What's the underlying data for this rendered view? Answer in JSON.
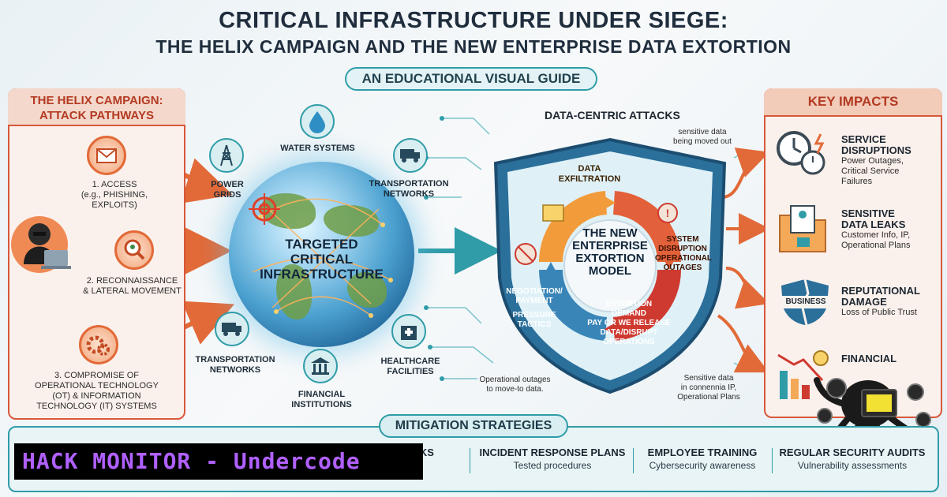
{
  "header": {
    "title_line1": "CRITICAL INFRASTRUCTURE UNDER SIEGE:",
    "title_line2": "THE HELIX CAMPAIGN AND THE NEW ENTERPRISE DATA EXTORTION",
    "subtitle": "AN EDUCATIONAL VISUAL GUIDE"
  },
  "attack_pathways": {
    "heading_line1": "THE HELIX CAMPAIGN:",
    "heading_line2": "ATTACK PATHWAYS",
    "steps": [
      {
        "icon": "envelope-icon",
        "line1": "1. ACCESS",
        "line2": "(e.g., PHISHING,",
        "line3": "EXPLOITS)"
      },
      {
        "icon": "magnifier-icon",
        "line1": "2. RECONNAISSANCE",
        "line2": "& LATERAL MOVEMENT"
      },
      {
        "icon": "gears-icon",
        "line1": "3. COMPROMISE OF",
        "line2": "OPERATIONAL TECHNOLOGY",
        "line3": "(OT) & INFORMATION",
        "line4": "TECHNOLOGY (IT) SYSTEMS"
      }
    ]
  },
  "infrastructure": {
    "center_label_line1": "TARGETED",
    "center_label_line2": "CRITICAL",
    "center_label_line3": "INFRASTRUCTURE",
    "nodes": [
      {
        "icon": "water-drop-icon",
        "label": "WATER SYSTEMS"
      },
      {
        "icon": "power-tower-icon",
        "label_line1": "POWER",
        "label_line2": "GRIDS"
      },
      {
        "icon": "truck-icon",
        "label_line1": "TRANSPORTATION",
        "label_line2": "NETWORKS"
      },
      {
        "icon": "truck-icon",
        "label_line1": "TRANSPORTATION",
        "label_line2": "NETWORKS"
      },
      {
        "icon": "bank-icon",
        "label_line1": "FINANCIAL",
        "label_line2": "INSTITUTIONS"
      },
      {
        "icon": "hospital-icon",
        "label_line1": "HEALTHCARE",
        "label_line2": "FACILITIES"
      }
    ]
  },
  "extortion_model": {
    "section_label": "DATA-CENTRIC ATTACKS",
    "note_top_line1": "sensitive data",
    "note_top_line2": "being moved out",
    "center_line1": "THE NEW",
    "center_line2": "ENTERPRISE",
    "center_line3": "EXTORTION",
    "center_line4": "MODEL",
    "stage_exfil_line1": "DATA",
    "stage_exfil_line2": "EXFILTRATION",
    "stage_disrupt_line1": "SYSTEM",
    "stage_disrupt_line2": "DISRUPTION",
    "stage_disrupt_line3": "OPERATIONAL",
    "stage_disrupt_line4": "OUTAGES",
    "stage_demand_line1": "EXTORTION",
    "stage_demand_line2": "DEMAND",
    "stage_demand_line3": "PAY OR WE RELEASE",
    "stage_demand_line4": "DATA/DISRUPT",
    "stage_demand_line5": "OPERATIONS",
    "stage_negot_line1": "NEGOTIATION/",
    "stage_negot_line2": "PAYMENT",
    "stage_negot_line3": "PRESSURE",
    "stage_negot_line4": "TACTICS",
    "note_bottom_left_line1": "Operational outages",
    "note_bottom_left_line2": "to move-to data.",
    "note_bottom_right_line1": "Sensitive data",
    "note_bottom_right_line2": "in connennia IP,",
    "note_bottom_right_line3": "Operational Plans"
  },
  "key_impacts": {
    "heading": "KEY IMPACTS",
    "items": [
      {
        "icon": "clock-icon",
        "title_line1": "SERVICE",
        "title_line2": "DISRUPTIONS",
        "desc_line1": "Power Outages,",
        "desc_line2": "Critical Service",
        "desc_line3": "Failures"
      },
      {
        "icon": "folder-icon",
        "title_line1": "SENSITIVE",
        "title_line2": "DATA LEAKS",
        "desc_line1": "Customer Info, IP,",
        "desc_line2": "Operational Plans"
      },
      {
        "icon": "broken-shield-icon",
        "badge": "BUSINESS",
        "title_line1": "REPUTATIONAL",
        "title_line2": "DAMAGE",
        "desc_line1": "Loss of Public Trust"
      },
      {
        "icon": "declining-chart-icon",
        "title_line1": "FINANCIAL"
      }
    ]
  },
  "mitigation": {
    "heading": "MITIGATION STRATEGIES",
    "items": [
      {
        "title": "WORKS",
        "sub": ""
      },
      {
        "title": "INCIDENT RESPONSE PLANS",
        "sub": "Tested procedures"
      },
      {
        "title": "EMPLOYEE TRAINING",
        "sub": "Cybersecurity awareness"
      },
      {
        "title": "REGULAR SECURITY AUDITS",
        "sub": "Vulnerability assessments"
      }
    ]
  },
  "watermark": {
    "text": "HACK MONITOR - Undercode"
  },
  "colors": {
    "accent_orange": "#e26a38",
    "accent_teal": "#2f9ca8",
    "shield_blue": "#2b6f9b",
    "watermark_purple": "#b060ff"
  }
}
